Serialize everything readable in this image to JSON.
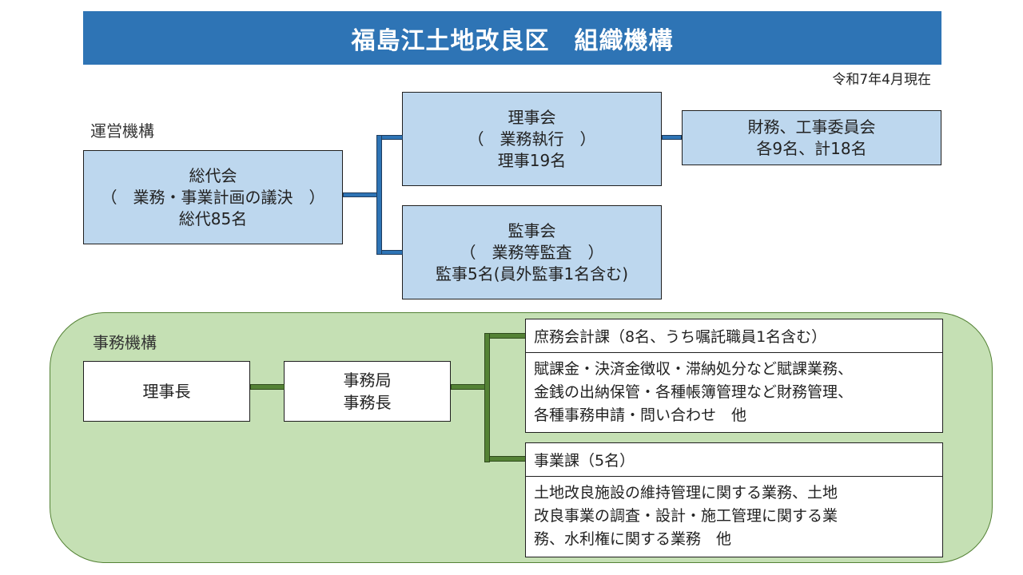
{
  "header": {
    "title": "福島江土地改良区　組織機構",
    "date": "令和7年4月現在"
  },
  "management": {
    "label": "運営機構",
    "general_assembly": {
      "name": "総代会",
      "role": "（　業務・事業計画の議決　）",
      "members": "総代85名"
    },
    "board": {
      "name": "理事会",
      "role": "（　業務執行　）",
      "members": "理事19名"
    },
    "committees": {
      "name": "財務、工事委員会",
      "members": "各9名、計18名"
    },
    "audit": {
      "name": "監事会",
      "role": "（　業務等監査　）",
      "members": "監事5名(員外監事1名含む)"
    }
  },
  "office": {
    "label": "事務機構",
    "chairman": "理事長",
    "secretariat": {
      "line1": "事務局",
      "line2": "事務長"
    },
    "sections": [
      {
        "title": "庶務会計課（8名、うち嘱託職員1名含む）",
        "duties": [
          "賦課金・決済金徴収・滞納処分など賦課業務、",
          "金銭の出納保管・各種帳簿管理など財務管理、",
          "各種事務申請・問い合わせ　他"
        ]
      },
      {
        "title": "事業課（5名）",
        "duties": [
          "土地改良施設の維持管理に関する業務、土地",
          "改良事業の調査・設計・施工管理に関する業",
          "務、水利権に関する業務　他"
        ]
      }
    ]
  },
  "colors": {
    "title_bar": "#2e74b5",
    "management_box": "#bdd7ee",
    "management_connector": "#2e74b5",
    "office_panel": "#c5e0b4",
    "office_connector": "#548235"
  }
}
